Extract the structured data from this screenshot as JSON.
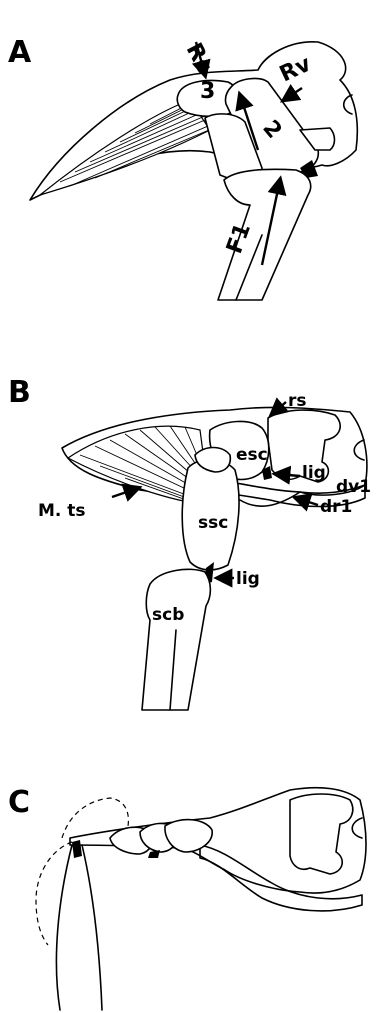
{
  "panels": [
    {
      "letter": "A",
      "labels": {
        "rc": "Rc",
        "rv": "Rv",
        "n3": "3",
        "n2": "2",
        "f1": "F1"
      }
    },
    {
      "letter": "B",
      "labels": {
        "rs": "rs",
        "esc": "esc",
        "lig_upper": "lig",
        "dv1": "dv1",
        "mts": "M. ts",
        "ssc": "ssc",
        "dr1": "dr1",
        "lig_lower": "lig",
        "scb": "scb"
      }
    },
    {
      "letter": "C",
      "labels": {}
    }
  ]
}
